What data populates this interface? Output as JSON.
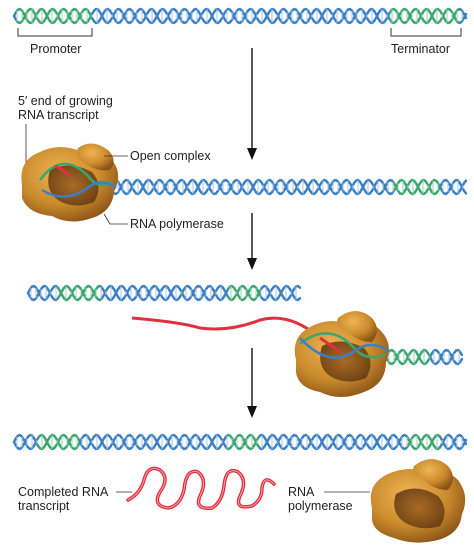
{
  "labels": {
    "promoter": "Promoter",
    "terminator": "Terminator",
    "five_prime_end_line1": "5′ end of growing",
    "five_prime_end_line2": "RNA transcript",
    "open_complex": "Open complex",
    "rna_polymerase": "RNA polymerase",
    "completed_rna_line1": "Completed RNA",
    "completed_rna_line2": "transcript",
    "rna_polymerase_free_line1": "RNA",
    "rna_polymerase_free_line2": "polymerase"
  },
  "colors": {
    "dna_blue": "#3b7fc4",
    "dna_green": "#3aa66f",
    "rna_red": "#e0303f",
    "polymerase_orange": "#c98a2c",
    "polymerase_dark": "#7a4a16",
    "arrow": "#111111",
    "leader_line": "#333333"
  },
  "stages": [
    {
      "id": "stage-1",
      "description_visible": false
    },
    {
      "id": "stage-2",
      "description_visible": false
    },
    {
      "id": "stage-3",
      "description_visible": false
    },
    {
      "id": "stage-4",
      "description_visible": false
    }
  ]
}
